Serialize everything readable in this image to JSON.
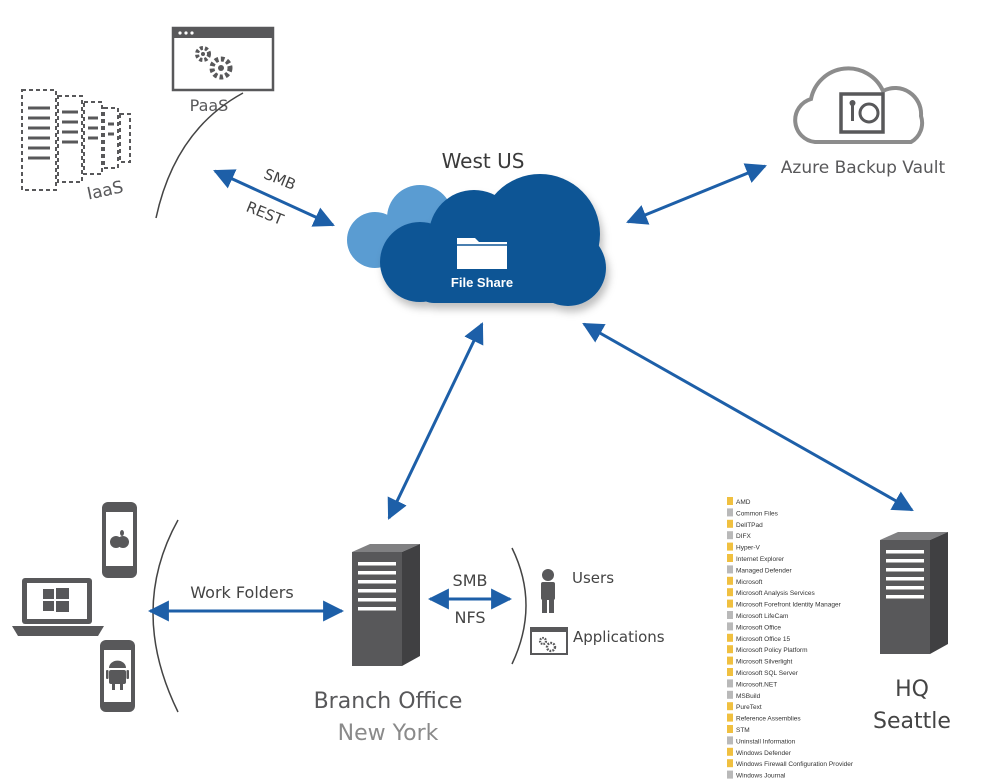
{
  "nodes": {
    "paas": "PaaS",
    "iaas": "IaaS",
    "west_us": "West US",
    "file_share": "File Share",
    "azure_backup_vault": "Azure Backup Vault",
    "branch_office": "Branch Office",
    "branch_city": "New York",
    "hq": "HQ",
    "hq_city": "Seattle",
    "users": "Users",
    "applications": "Applications"
  },
  "connections": {
    "paas_protocol_1": "SMB",
    "paas_protocol_2": "REST",
    "work_folders": "Work Folders",
    "branch_protocol_1": "SMB",
    "branch_protocol_2": "NFS"
  },
  "folder_list": [
    "AMD",
    "Common Files",
    "DellTPad",
    "DIFX",
    "Hyper-V",
    "Internet Explorer",
    "Managed Defender",
    "Microsoft",
    "Microsoft Analysis Services",
    "Microsoft Forefront Identity Manager",
    "Microsoft LifeCam",
    "Microsoft Office",
    "Microsoft Office 15",
    "Microsoft Policy Platform",
    "Microsoft Silverlight",
    "Microsoft SQL Server",
    "Microsoft.NET",
    "MSBuild",
    "PureText",
    "Reference Assemblies",
    "STM",
    "Uninstall Information",
    "Windows Defender",
    "Windows Firewall Configuration Provider",
    "Windows Journal"
  ],
  "colors": {
    "accent_blue": "#1d5fa8",
    "cloud_dark": "#0f5595",
    "cloud_mid": "#3a84c4",
    "cloud_light": "#5a9cd2",
    "gray": "#58585a",
    "label_gray": "#6b6b6b"
  }
}
